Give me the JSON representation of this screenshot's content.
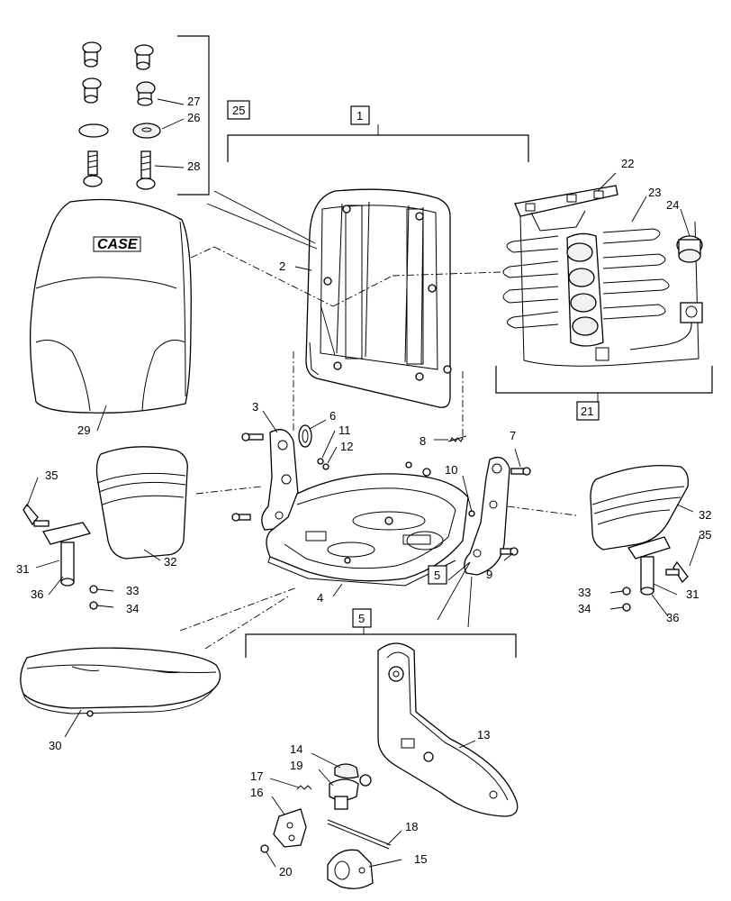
{
  "labels": {
    "l1": "1",
    "l2": "2",
    "l3": "3",
    "l4": "4",
    "l5a": "5",
    "l5b": "5",
    "l6": "6",
    "l7": "7",
    "l8": "8",
    "l9": "9",
    "l10": "10",
    "l11": "11",
    "l12": "12",
    "l13": "13",
    "l14": "14",
    "l15": "15",
    "l16": "16",
    "l17": "17",
    "l18": "18",
    "l19": "19",
    "l20": "20",
    "l21": "21",
    "l22": "22",
    "l23": "23",
    "l24": "24",
    "l25": "25",
    "l26": "26",
    "l27": "27",
    "l28": "28",
    "l29": "29",
    "l30": "30",
    "l31a": "31",
    "l31b": "31",
    "l32a": "32",
    "l32b": "32",
    "l33a": "33",
    "l33b": "33",
    "l34a": "34",
    "l34b": "34",
    "l35a": "35",
    "l35b": "35",
    "l36a": "36",
    "l36b": "36"
  },
  "brand": {
    "logo_text": "CASE"
  }
}
